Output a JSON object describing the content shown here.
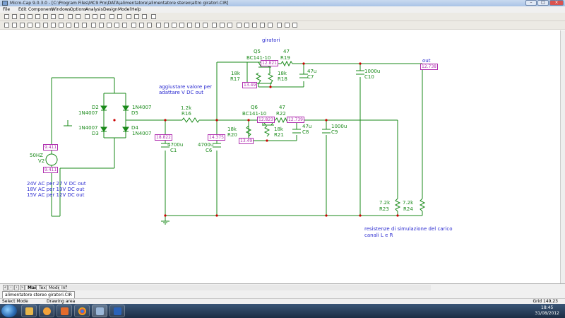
{
  "window": {
    "title": "Micro-Cap 9.0.3.0 - [C:\\Program Files\\MC9 Pro\\DATA\\alimentatore\\alimentatore stereo\\altro giratori.CIR]",
    "controls": [
      "–",
      "□",
      "×"
    ]
  },
  "menu": [
    "File",
    "Edit",
    "Component",
    "Windows",
    "Options",
    "Analysis",
    "Design",
    "Model",
    "Help"
  ],
  "schematic": {
    "colors": {
      "wire": "#1a8a1a",
      "component": "#1a8a1a",
      "node": "#cc0000",
      "text_blue": "#2a2ad0",
      "voltage_box": "#b030b0",
      "label": "#1a8a1a"
    },
    "annotations": {
      "giratori": "giratori",
      "adjust_1": "aggiustare valore per",
      "adjust_2": "adattare V DC out",
      "ac1": "24V AC per 27 V DC out",
      "ac2": "18V AC per 19V DC out",
      "ac3": "15V AC per 12V DC out",
      "load_1": "resistenze di simulazione del carico",
      "load_2": "canali L e R",
      "out": "out"
    },
    "components": {
      "D2": {
        "name": "D2",
        "model": "1N4007"
      },
      "D3": {
        "name": "D3",
        "model": "1N4007"
      },
      "D4": {
        "name": "D4",
        "model": "1N4007"
      },
      "D5": {
        "name": "D5",
        "model": "1N4007"
      },
      "V2": {
        "name": "V2",
        "value": "50HZ"
      },
      "R16": {
        "name": "R16",
        "value": "1.2k"
      },
      "C1": {
        "name": "C1",
        "value": "4700u"
      },
      "C6": {
        "name": "C6",
        "value": "4700u"
      },
      "Q5": {
        "name": "Q5",
        "model": "BC141-10"
      },
      "Q6": {
        "name": "Q6",
        "model": "BC141-10"
      },
      "R19": {
        "name": "R19",
        "value": "47"
      },
      "R22": {
        "name": "R22",
        "value": "47"
      },
      "R17": {
        "name": "R17",
        "value": "18k"
      },
      "R18": {
        "name": "R18",
        "value": "18k"
      },
      "R20": {
        "name": "R20",
        "value": "18k"
      },
      "R21": {
        "name": "R21",
        "value": "18k"
      },
      "C7": {
        "name": "C7",
        "value": "47u"
      },
      "C8": {
        "name": "C8",
        "value": "47u"
      },
      "C10": {
        "name": "C10",
        "value": "1000u"
      },
      "C9": {
        "name": "C9",
        "value": "1000u"
      },
      "R23": {
        "name": "R23",
        "value": "7.2k"
      },
      "R24": {
        "name": "R24",
        "value": "7.2k"
      }
    },
    "voltages": {
      "v_top": "9.411",
      "v_bot": "9.411",
      "c1": "18.822",
      "c6": "14.375",
      "q5_b": "13.49",
      "q5_e": "12.821",
      "out_top": "12.738",
      "q6_b": "13.49",
      "q6_e": "12.823",
      "out_bot": "12.739"
    }
  },
  "tabs": [
    "Main",
    "Text",
    "Models",
    "Info"
  ],
  "file_tab": "alimentatore stereo giratori.CIR",
  "status": {
    "mode": "Select Mode",
    "area": "Drawing area",
    "grid": "Grid 149,23"
  },
  "clock": {
    "time": "18:45",
    "date": "31/08/2012"
  }
}
